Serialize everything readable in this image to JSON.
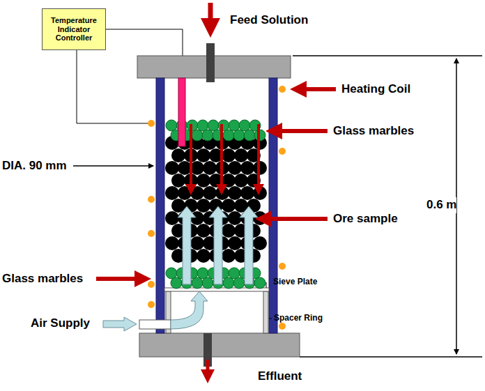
{
  "diagram": {
    "nodes": [
      {
        "text": [
          "Temperature Indicator Controller"
        ]
      }
    ],
    "labels": [
      "Feed Solution",
      "Heating Coil",
      "Glass marbles",
      "DIA. 90 mm",
      "0.6 m",
      "Ore sample",
      "Glass marbles",
      "Sieve Plate",
      "Air Supply",
      "Spacer Ring",
      "Effluent"
    ]
  }
}
